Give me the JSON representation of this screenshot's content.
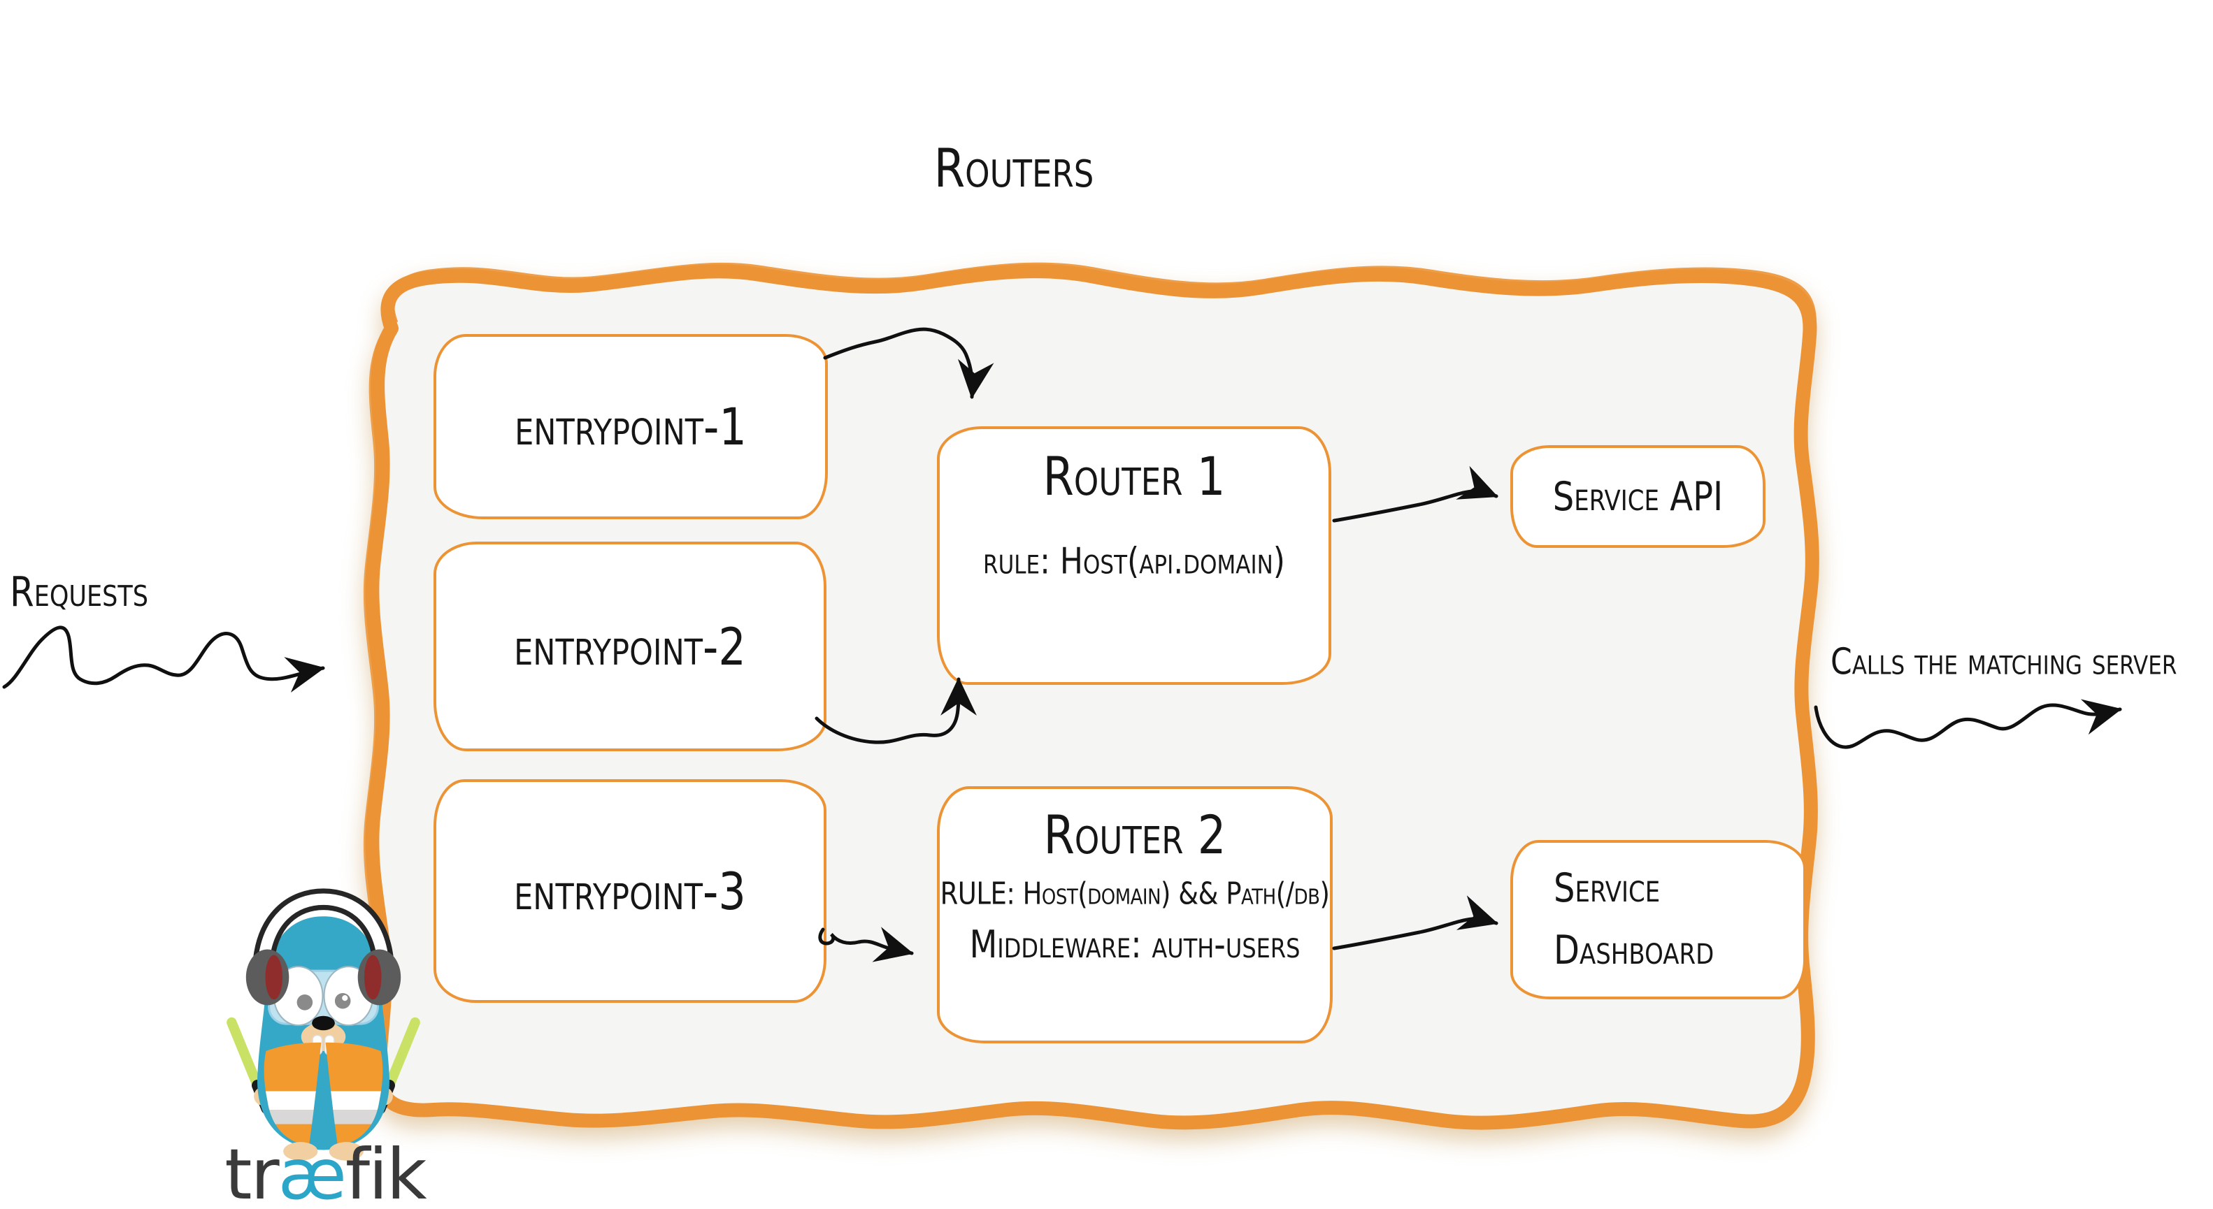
{
  "diagram": {
    "title": "Routers",
    "labels": {
      "requests": "Requests",
      "calls_matching": "Calls the matching server"
    },
    "entrypoints": [
      {
        "label": "entrypoint-1"
      },
      {
        "label": "entrypoint-2"
      },
      {
        "label": "entrypoint-3"
      }
    ],
    "routers": [
      {
        "title": "Router 1",
        "rule": "rule: Host(api.domain)"
      },
      {
        "title": "Router 2",
        "rule": "RULE: Host(domain) && Path(/db)",
        "middleware": "Middleware: auth-users"
      }
    ],
    "services": [
      {
        "line1": "Service API"
      },
      {
        "line1": "Service",
        "line2": "Dashboard"
      }
    ],
    "logo": {
      "prefix": "tr",
      "ligature": "æ",
      "suffix": "fik"
    },
    "colors": {
      "orange": "#EC9435",
      "container_fill": "#F5F5F4",
      "box_fill": "#FFFFFF",
      "ink": "#161616",
      "gopher_teal": "#35A8C8",
      "wordmark_dark": "#3A3A3A",
      "wordmark_ae": "#2BA6C8",
      "baton_green": "#C9E265",
      "vest_orange": "#F29A2E"
    }
  }
}
